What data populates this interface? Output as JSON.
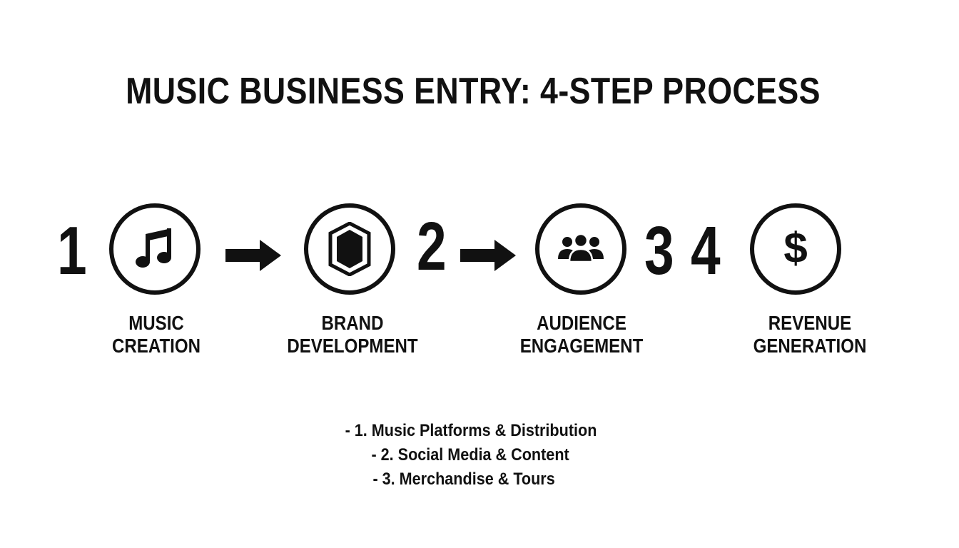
{
  "title": "MUSIC BUSINESS ENTRY: 4-STEP PROCESS",
  "numbers": [
    "1",
    "2",
    "3",
    "4"
  ],
  "steps": [
    {
      "line1": "MUSIC",
      "line2": "CREATION",
      "icon": "music-note-icon"
    },
    {
      "line1": "BRAND",
      "line2": "DEVELOPMENT",
      "icon": "shield-icon"
    },
    {
      "line1": "AUDIENCE",
      "line2": "ENGAGEMENT",
      "icon": "group-icon"
    },
    {
      "line1": "REVENUE",
      "line2": "GENERATION",
      "icon": "dollar-icon"
    }
  ],
  "bullets": [
    "- 1. Music Platforms & Distribution",
    "- 2. Social Media & Content",
    "- 3. Merchandise & Tours"
  ],
  "colors": {
    "ink": "#111111",
    "background": "#ffffff"
  }
}
